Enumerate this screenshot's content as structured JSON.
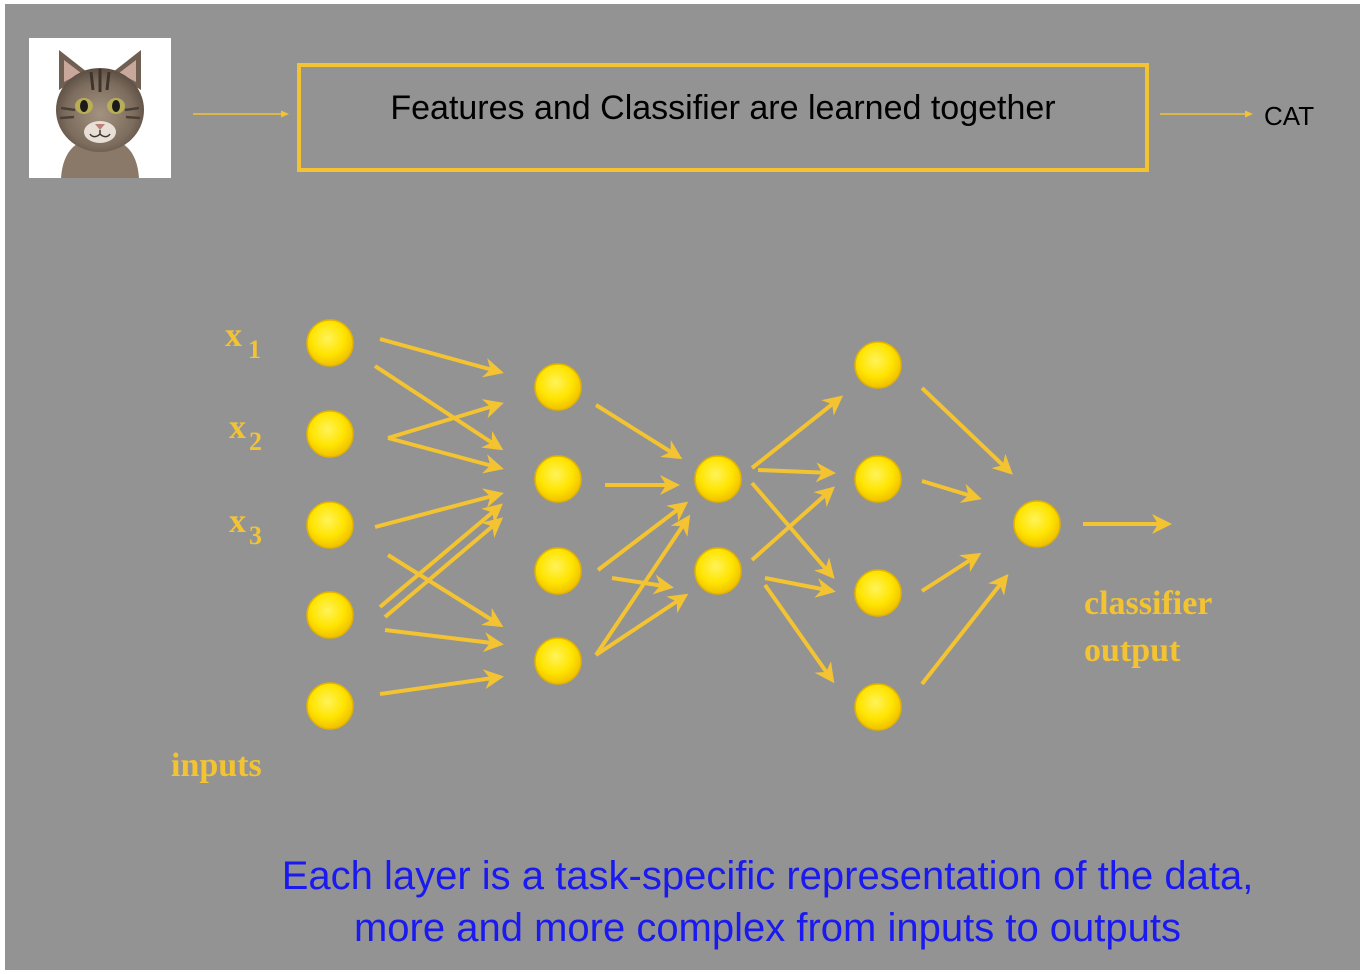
{
  "top": {
    "box_label": "Features and Classifier are learned together",
    "output_label": "CAT"
  },
  "diagram": {
    "input_labels": [
      {
        "letter": "x",
        "subscript": "1"
      },
      {
        "letter": "x",
        "subscript": "2"
      },
      {
        "letter": "x",
        "subscript": "3"
      }
    ],
    "inputs_label": "inputs",
    "output_label_line1": "classifier",
    "output_label_line2": "output",
    "layer_sizes": [
      5,
      4,
      2,
      4,
      1
    ]
  },
  "caption": {
    "line1": "Each layer is a task-specific representation of the data,",
    "line2": "more and more complex from inputs to outputs"
  },
  "colors": {
    "background": "#939393",
    "accent": "#f3c332",
    "node_fill": "#ffe400",
    "caption_text": "#1a1af0"
  },
  "icons": {
    "cat_image": "cat-photo"
  }
}
